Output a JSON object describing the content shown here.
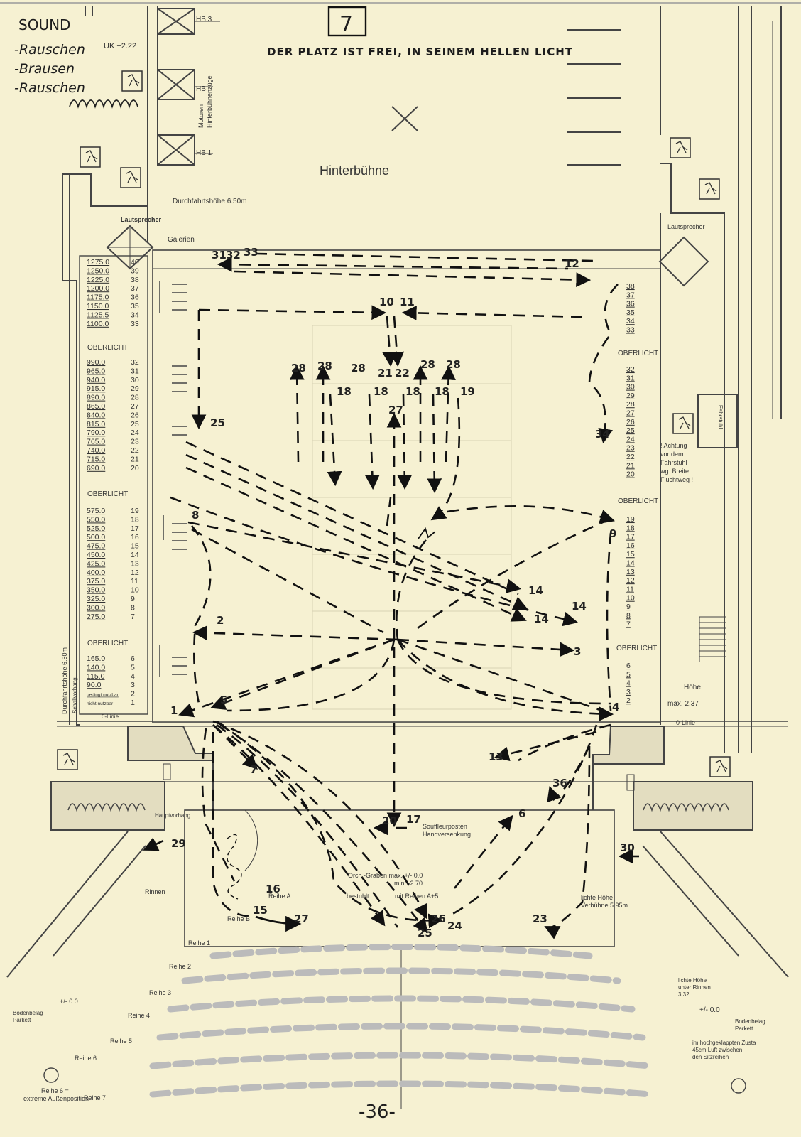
{
  "page": {
    "number_box": "7",
    "page_number": "-36-",
    "headline": "DER PLATZ IST FREI, IN SEINEM HELLEN LICHT",
    "sound": {
      "title": "SOUND",
      "items": [
        "-Rauschen",
        "-Brausen",
        "-Rauschen"
      ]
    }
  },
  "labels": {
    "uk": "UK +2.22",
    "hb3": "HB 3",
    "hb2": "HB",
    "hb1": "HB 1",
    "motoren": "Motoren",
    "hinterbuehnenzuege": "Hinterbühnenzüge",
    "hinterbuehne": "Hinterbühne",
    "durchfahrt_top": "Durchfahrtshöhe 6.50m",
    "lautsprecher_left": "Lautsprecher",
    "lautsprecher_right": "Lautsprecher",
    "galerien": "Galerien",
    "oberlicht": "OBERLICHT",
    "oberlicht_right": "OBERLICHT",
    "fahrstuhl": "Fahrstuhl",
    "achtung": [
      "! Achtung",
      "vor dem",
      "Fahrstuhl",
      "wg. Breite",
      "Fluchtweg !"
    ],
    "hoehe": "Höhe",
    "hoehe_max": "max.  2.37",
    "null_linie": "0-Linie",
    "null_linie_right": "0-Linie",
    "durchfahrt_side": "Durchfahrtshöhe 6.50m",
    "schallvorhang": "Schallvorhang",
    "hauptvorhang": "Hauptvorhang",
    "souffleur": [
      "Souffleurposten",
      "Handversenkung"
    ],
    "orch_graben": [
      "Orch.-Graben  max. +/- 0.0",
      "min. -2.70"
    ],
    "bestuhlt": "bestuhlt",
    "mit_reihen": "mit Reihen A+5",
    "reihe_a": "Reihe A",
    "reihe_b": "Reihe B",
    "lichte_hoehe_right": [
      "lichte Höhe",
      "Verbühne 5.95m"
    ],
    "rinnen": "Rinnen",
    "lichte_hoehe_rinnen": [
      "lichte Höhe",
      "unter Rinnen",
      "3,32"
    ],
    "reihen": [
      "Reihe 1",
      "Reihe 2",
      "Reihe 3",
      "Reihe 4",
      "Reihe 5",
      "Reihe 6"
    ],
    "reihe6_note": [
      "Reihe 6 =",
      "extreme Außenposition"
    ],
    "reihe7": "Reihe 7",
    "pm_left": "+/- 0.0",
    "pm_right": "+/- 0.0",
    "bodenbelag_left": [
      "Bodenbelag",
      "Parkett"
    ],
    "bodenbelag_right": [
      "Bodenbelag",
      "Parkett"
    ],
    "hochgeklappt": [
      "im hochgeklappten Zusta",
      "45cm Luft zwischen",
      "den Sitzreihen"
    ]
  },
  "left_table_a": [
    {
      "v": "1275.0",
      "n": "40"
    },
    {
      "v": "1250.0",
      "n": "39"
    },
    {
      "v": "1225.0",
      "n": "38"
    },
    {
      "v": "1200.0",
      "n": "37"
    },
    {
      "v": "1175.0",
      "n": "36"
    },
    {
      "v": "1150.0",
      "n": "35"
    },
    {
      "v": "1125.5",
      "n": "34"
    },
    {
      "v": "1100.0",
      "n": "33"
    }
  ],
  "left_table_b": [
    {
      "v": "990.0",
      "n": "32"
    },
    {
      "v": "965.0",
      "n": "31"
    },
    {
      "v": "940.0",
      "n": "30"
    },
    {
      "v": "915.0",
      "n": "29"
    },
    {
      "v": "890.0",
      "n": "28"
    },
    {
      "v": "865.0",
      "n": "27"
    },
    {
      "v": "840.0",
      "n": "26"
    },
    {
      "v": "815.0",
      "n": "25"
    },
    {
      "v": "790.0",
      "n": "24"
    },
    {
      "v": "765.0",
      "n": "23"
    },
    {
      "v": "740.0",
      "n": "22"
    },
    {
      "v": "715.0",
      "n": "21"
    },
    {
      "v": "690.0",
      "n": "20"
    }
  ],
  "left_table_c": [
    {
      "v": "575.0",
      "n": "19"
    },
    {
      "v": "550.0",
      "n": "18"
    },
    {
      "v": "525.0",
      "n": "17"
    },
    {
      "v": "500.0",
      "n": "16"
    },
    {
      "v": "475.0",
      "n": "15"
    },
    {
      "v": "450.0",
      "n": "14"
    },
    {
      "v": "425.0",
      "n": "13"
    },
    {
      "v": "400.0",
      "n": "12"
    },
    {
      "v": "375.0",
      "n": "11"
    },
    {
      "v": "350.0",
      "n": "10"
    },
    {
      "v": "325.0",
      "n": "9"
    },
    {
      "v": "300.0",
      "n": "8"
    },
    {
      "v": "275.0",
      "n": "7"
    }
  ],
  "left_table_d": [
    {
      "v": "165.0",
      "n": "6"
    },
    {
      "v": "140.0",
      "n": "5"
    },
    {
      "v": "115.0",
      "n": "4"
    },
    {
      "v": "90.0",
      "n": "3"
    },
    {
      "v": "bedingt nutzbar",
      "n": "2"
    },
    {
      "v": "nicht nutzbar",
      "n": "1"
    }
  ],
  "right_nums_a": [
    "38",
    "37",
    "36",
    "35",
    "34",
    "33"
  ],
  "right_nums_b": [
    "32",
    "31",
    "30",
    "29",
    "28",
    "27",
    "26",
    "25",
    "24",
    "23",
    "22",
    "21",
    "20"
  ],
  "right_nums_c": [
    "19",
    "18",
    "17",
    "16",
    "15",
    "14",
    "13",
    "12",
    "11",
    "10",
    "9",
    "8",
    "7"
  ],
  "right_nums_d": [
    "6",
    "5",
    "4",
    "3",
    "2"
  ],
  "positions": {
    "p31": "31",
    "p32": "32",
    "p33": "33",
    "p12": "12",
    "p10": "10",
    "p11": "11",
    "p28a": "28",
    "p28b": "28",
    "p28c": "28",
    "p28d": "28",
    "p28e": "28",
    "p21": "21",
    "p22": "22",
    "p18a": "18",
    "p18b": "18",
    "p18c": "18",
    "p18d": "18",
    "p19": "19",
    "p27": "27",
    "p25": "25",
    "p34": "34",
    "p8": "8",
    "p9": "9",
    "p14a": "14",
    "p14b": "14",
    "p14c": "14",
    "p2": "2",
    "p3": "3",
    "p1": "1",
    "p5": "5",
    "p4": "4",
    "p13": "13",
    "p36": "36",
    "p7": "7",
    "p6": "6",
    "p20": "20",
    "p17": "17",
    "p29": "29",
    "p30": "30",
    "p16": "16",
    "p15": "15",
    "p27b": "27",
    "p26": "26",
    "p24": "24",
    "p25b": "25",
    "p23": "23"
  }
}
